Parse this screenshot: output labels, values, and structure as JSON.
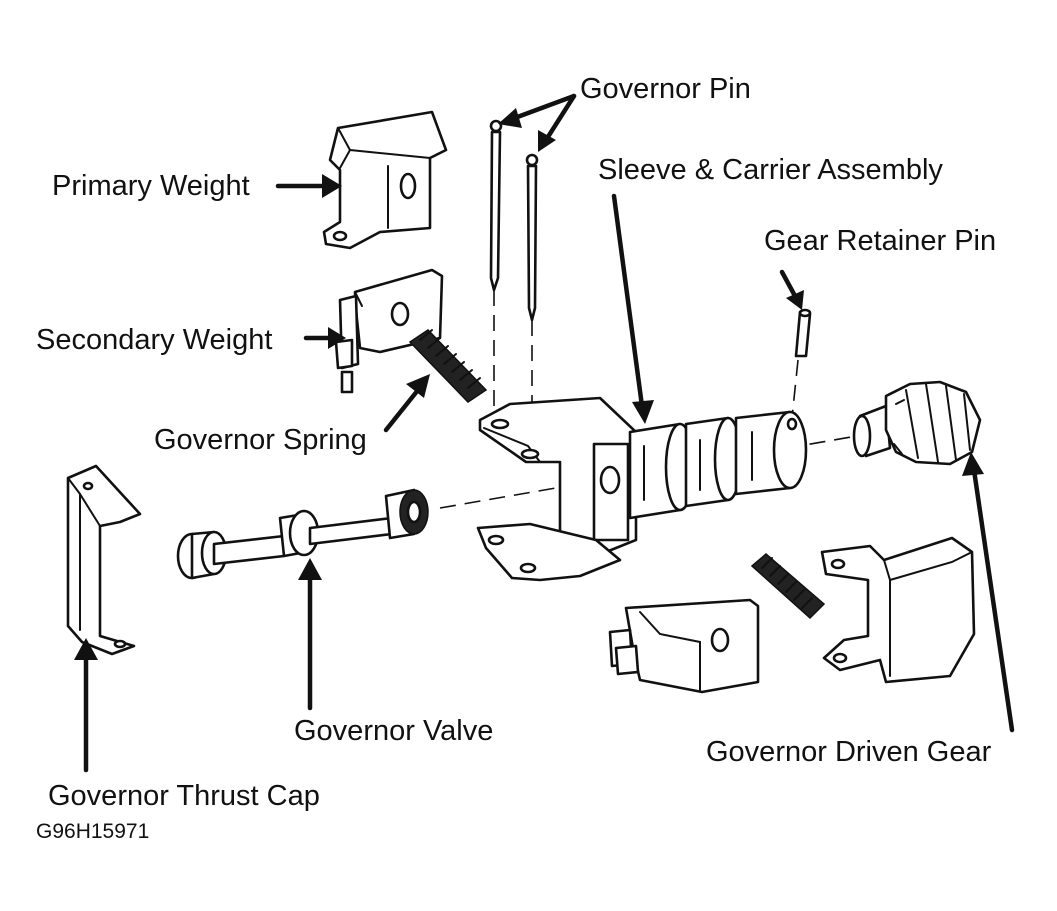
{
  "labels": {
    "governor_pin": "Governor Pin",
    "sleeve_carrier": "Sleeve & Carrier Assembly",
    "primary_weight": "Primary Weight",
    "gear_retainer_pin": "Gear Retainer Pin",
    "secondary_weight": "Secondary Weight",
    "governor_spring": "Governor Spring",
    "governor_valve": "Governor Valve",
    "governor_driven_gear": "Governor Driven Gear",
    "governor_thrust_cap": "Governor Thrust Cap"
  },
  "figure_code": "G96H15971"
}
